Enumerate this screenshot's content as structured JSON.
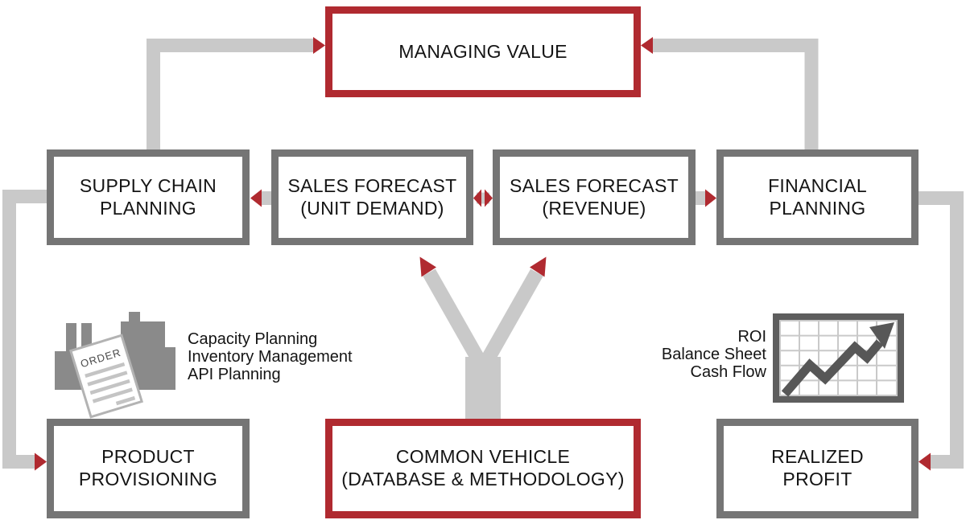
{
  "title": "Managing Value process flow diagram",
  "boxes": {
    "managing_value": {
      "label": "MANAGING VALUE",
      "accent": "red"
    },
    "supply_chain_planning": {
      "label": "SUPPLY CHAIN\nPLANNING",
      "accent": "gray"
    },
    "sales_forecast_unit_demand": {
      "label": "SALES FORECAST\n(UNIT DEMAND)",
      "accent": "gray"
    },
    "sales_forecast_revenue": {
      "label": "SALES FORECAST\n(REVENUE)",
      "accent": "gray"
    },
    "financial_planning": {
      "label": "FINANCIAL\nPLANNING",
      "accent": "gray"
    },
    "product_provisioning": {
      "label": "PRODUCT\nPROVISIONING",
      "accent": "gray"
    },
    "common_vehicle": {
      "label": "COMMON VEHICLE\n(DATABASE & METHODOLOGY)",
      "accent": "red"
    },
    "realized_profit": {
      "label": "REALIZED\nPROFIT",
      "accent": "gray"
    }
  },
  "annotations": {
    "left": {
      "lines": [
        "Capacity Planning",
        "Inventory Management",
        "API Planning"
      ]
    },
    "right": {
      "lines": [
        "ROI",
        "Balance Sheet",
        "Cash Flow"
      ]
    },
    "order_label": "ORDER"
  },
  "colors": {
    "accent_red": "#B02A30",
    "box_border_gray": "#757575",
    "connector_gray": "#C9C9C9",
    "factory_gray": "#8A8A8A",
    "chart_frame_gray": "#5E5E5E",
    "chart_arrow_gray": "#575757"
  }
}
